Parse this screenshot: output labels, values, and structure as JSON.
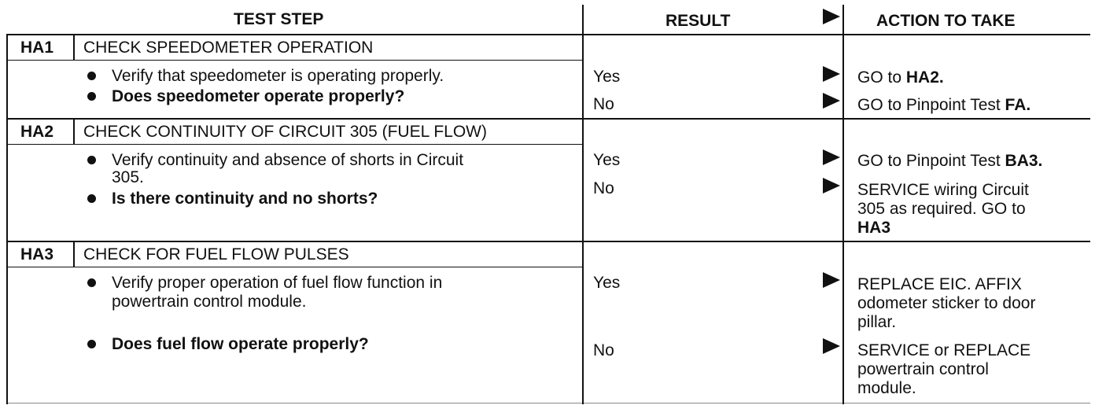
{
  "header": {
    "test_step": "TEST STEP",
    "result": "RESULT",
    "action": "ACTION TO TAKE"
  },
  "steps": [
    {
      "id": "HA1",
      "title": "CHECK SPEEDOMETER OPERATION",
      "instruction": "Verify that speedometer is operating properly.",
      "question": "Does speedometer operate properly?",
      "results": [
        {
          "result": "Yes",
          "action_prefix": "GO to ",
          "action_bold": "HA2."
        },
        {
          "result": "No",
          "action_prefix": "GO to Pinpoint Test ",
          "action_bold": "FA."
        }
      ]
    },
    {
      "id": "HA2",
      "title": "CHECK CONTINUITY OF CIRCUIT 305 (FUEL FLOW)",
      "instruction_line1": "Verify continuity and absence of shorts in Circuit",
      "instruction_line2": "305.",
      "question": "Is there continuity and no shorts?",
      "results": [
        {
          "result": "Yes",
          "action_prefix": "GO to Pinpoint Test ",
          "action_bold": "BA3."
        },
        {
          "result": "No",
          "action_line1": "SERVICE wiring Circuit",
          "action_line2": "305 as required. GO to",
          "action_bold": "HA3"
        }
      ]
    },
    {
      "id": "HA3",
      "title": "CHECK FOR FUEL FLOW PULSES",
      "instruction_line1": "Verify proper operation of fuel flow function in",
      "instruction_line2": "powertrain control module.",
      "question": "Does fuel flow operate properly?",
      "results": [
        {
          "result": "Yes",
          "action_line1": "REPLACE EIC. AFFIX",
          "action_line2": "odometer sticker to door",
          "action_line3": "pillar."
        },
        {
          "result": "No",
          "action_line1": "SERVICE or REPLACE",
          "action_line2": "powertrain control",
          "action_line3": "module."
        }
      ]
    }
  ]
}
